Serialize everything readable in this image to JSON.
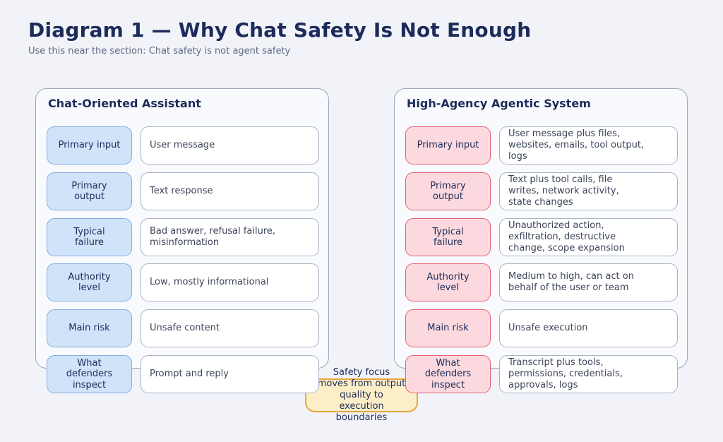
{
  "page": {
    "title": "Diagram 1 — Why Chat Safety Is Not Enough",
    "subtitle": "Use this near the section: Chat safety is not agent safety"
  },
  "panels": [
    {
      "title": "Chat-Oriented Assistant",
      "rows": [
        {
          "label": "Primary input",
          "value": "User message"
        },
        {
          "label": "Primary\noutput",
          "value": "Text response"
        },
        {
          "label": "Typical\nfailure",
          "value": "Bad answer, refusal failure,\nmisinformation"
        },
        {
          "label": "Authority\nlevel",
          "value": "Low, mostly informational"
        },
        {
          "label": "Main risk",
          "value": "Unsafe content"
        },
        {
          "label": "What\ndefenders\ninspect",
          "value": "Prompt and reply"
        }
      ]
    },
    {
      "title": "High-Agency Agentic System",
      "rows": [
        {
          "label": "Primary input",
          "value": "User message plus files,\nwebsites, emails, tool output,\nlogs"
        },
        {
          "label": "Primary\noutput",
          "value": "Text plus tool calls, file\nwrites, network activity,\nstate changes"
        },
        {
          "label": "Typical\nfailure",
          "value": "Unauthorized action,\nexfiltration, destructive\nchange, scope expansion"
        },
        {
          "label": "Authority\nlevel",
          "value": "Medium to high, can act on\nbehalf of the user or team"
        },
        {
          "label": "Main risk",
          "value": "Unsafe execution"
        },
        {
          "label": "What\ndefenders\ninspect",
          "value": "Transcript plus tools,\npermissions, credentials,\napprovals, logs"
        }
      ]
    }
  ],
  "callout": {
    "text": "Safety focus\nmoves from output\nquality to\nexecution\nboundaries"
  },
  "colors": {
    "page_bg": "#f1f3f8",
    "panel_bg": "#f9fafd",
    "panel_border": "#9aa6bb",
    "title_text": "#1c2b5a",
    "subtitle_text": "#5c6b84",
    "value_text": "#3c4558",
    "value_bg": "#ffffff",
    "value_border": "#a9b3c6",
    "blue_bg": "#cfe3f9",
    "blue_border": "#85ace2",
    "pink_bg": "#fbd9de",
    "pink_border": "#e56276",
    "callout_bg": "#fcefc7",
    "callout_border": "#e9a43b"
  }
}
